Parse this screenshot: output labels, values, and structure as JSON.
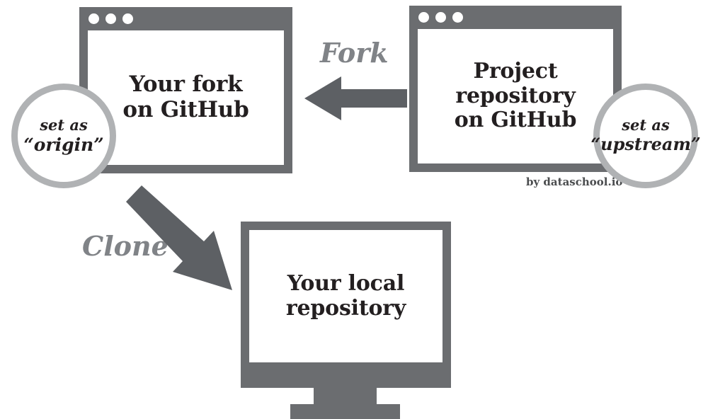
{
  "diagram": {
    "title": "GitHub fork and clone workflow",
    "colors": {
      "chrome_gray": "#6b6d70",
      "label_gray": "#808387",
      "ring_gray": "#b0b2b4",
      "text_black": "#231f20",
      "attribution_gray": "#4a4c4e",
      "screen_white": "#ffffff"
    }
  },
  "nodes": {
    "fork_repo": {
      "name": "your-fork-browser-window",
      "icon": "browser-window-icon",
      "title_line1": "Your fork",
      "title_line2": "on GitHub",
      "dots": [
        "dot-1",
        "dot-2",
        "dot-3"
      ]
    },
    "project_repo": {
      "name": "project-repository-browser-window",
      "icon": "browser-window-icon",
      "title_line1": "Project",
      "title_line2": "repository",
      "title_line3": "on GitHub",
      "dots": [
        "dot-1",
        "dot-2",
        "dot-3"
      ]
    },
    "local_repo": {
      "name": "local-repository-monitor",
      "icon": "monitor-icon",
      "title_line1": "Your local",
      "title_line2": "repository"
    }
  },
  "badges": {
    "origin": {
      "line1": "set as",
      "line2": "“origin”"
    },
    "upstream": {
      "line1": "set as",
      "line2": "“upstream”"
    }
  },
  "arrows": {
    "fork": {
      "label": "Fork",
      "direction": "left",
      "from": "project_repo",
      "to": "fork_repo"
    },
    "clone": {
      "label": "Clone",
      "direction": "down-right",
      "from": "fork_repo",
      "to": "local_repo"
    }
  },
  "attribution": {
    "text": "by dataschool.io"
  }
}
